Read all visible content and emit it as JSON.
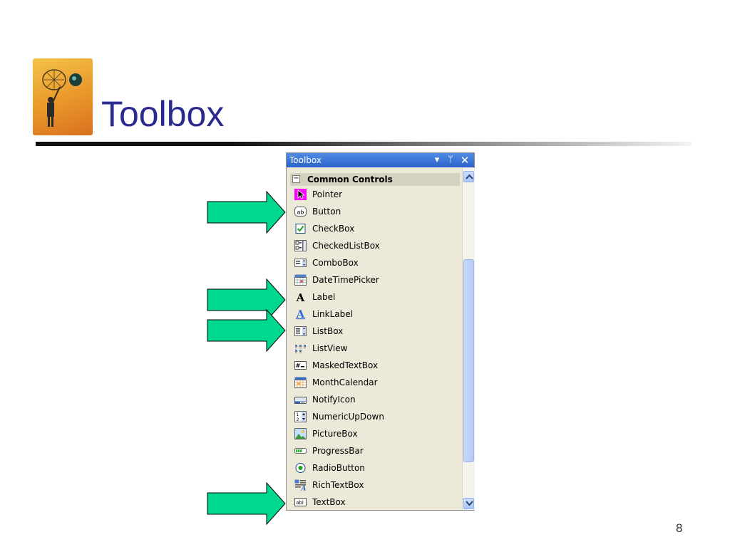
{
  "slide": {
    "title": "Toolbox",
    "page_number": "8"
  },
  "toolbox": {
    "title": "Toolbox",
    "controls": {
      "dropdown": "▾",
      "pin": "ᛘ",
      "close": "✕"
    },
    "section": {
      "collapse_symbol": "−",
      "label": "Common Controls"
    },
    "items": [
      {
        "label": "Pointer",
        "icon": "pointer-icon"
      },
      {
        "label": "Button",
        "icon": "button-icon"
      },
      {
        "label": "CheckBox",
        "icon": "checkbox-icon"
      },
      {
        "label": "CheckedListBox",
        "icon": "checkedlistbox-icon"
      },
      {
        "label": "ComboBox",
        "icon": "combobox-icon"
      },
      {
        "label": "DateTimePicker",
        "icon": "datetimepicker-icon"
      },
      {
        "label": "Label",
        "icon": "label-icon"
      },
      {
        "label": "LinkLabel",
        "icon": "linklabel-icon"
      },
      {
        "label": "ListBox",
        "icon": "listbox-icon"
      },
      {
        "label": "ListView",
        "icon": "listview-icon"
      },
      {
        "label": "MaskedTextBox",
        "icon": "maskedtextbox-icon"
      },
      {
        "label": "MonthCalendar",
        "icon": "monthcalendar-icon"
      },
      {
        "label": "NotifyIcon",
        "icon": "notifyicon-icon"
      },
      {
        "label": "NumericUpDown",
        "icon": "numericupdown-icon"
      },
      {
        "label": "PictureBox",
        "icon": "picturebox-icon"
      },
      {
        "label": "ProgressBar",
        "icon": "progressbar-icon"
      },
      {
        "label": "RadioButton",
        "icon": "radiobutton-icon"
      },
      {
        "label": "RichTextBox",
        "icon": "richtextbox-icon"
      },
      {
        "label": "TextBox",
        "icon": "textbox-icon"
      }
    ]
  },
  "colors": {
    "title_text": "#2b2b8f",
    "arrow_fill": "#00d890",
    "window_bg": "#ece9d8",
    "titlebar": "#2c62c9"
  }
}
